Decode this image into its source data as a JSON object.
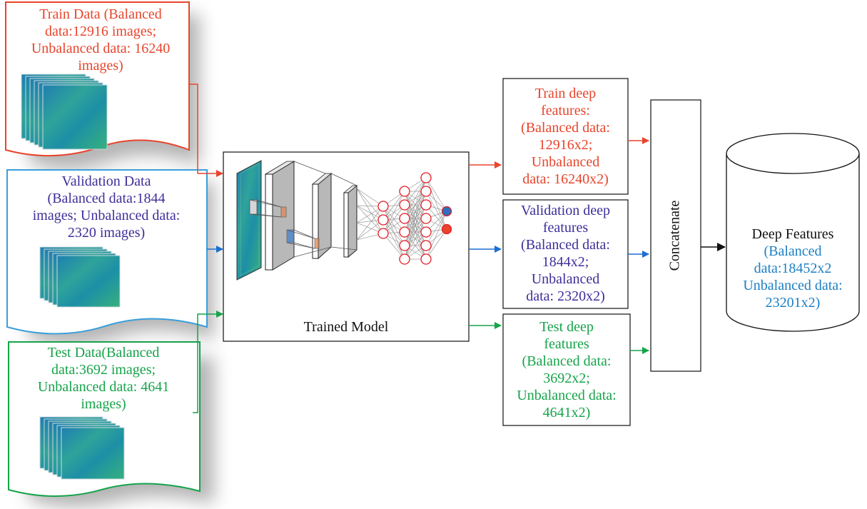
{
  "colors": {
    "train": "#e8452c",
    "validation_border": "#3a9fd9",
    "validation_text": "#3d2f9a",
    "test": "#16a34a",
    "deep_features_value": "#1b7fc4",
    "node": "#e31b23"
  },
  "inputs": {
    "train": {
      "lines": [
        "Train Data (Balanced",
        "data:12916 images;",
        "Unbalanced data: 16240",
        "images)"
      ]
    },
    "validation": {
      "lines": [
        "Validation Data",
        "(Balanced data:1844",
        "images; Unbalanced data:",
        "2320 images)"
      ]
    },
    "test": {
      "lines": [
        "Test Data(Balanced",
        "data:3692 images;",
        "Unbalanced data: 4641",
        "images)"
      ]
    }
  },
  "model": {
    "label": "Trained Model"
  },
  "features": {
    "train": {
      "lines": [
        "Train deep",
        "features:",
        "(Balanced data:",
        "12916x2;",
        "Unbalanced",
        "data: 16240x2)"
      ]
    },
    "validation": {
      "lines": [
        "Validation deep",
        "features",
        "(Balanced data:",
        "1844x2;",
        "Unbalanced",
        "data: 2320x2)"
      ]
    },
    "test": {
      "lines": [
        "Test deep",
        "features",
        "(Balanced data:",
        "3692x2;",
        "Unbalanced data:",
        "4641x2)"
      ]
    }
  },
  "concatenate": {
    "label": "Concatenate"
  },
  "output": {
    "title": "Deep Features",
    "lines": [
      "(Balanced",
      "data:18452x2",
      "Unbalanced data:",
      "23201x2)"
    ]
  }
}
